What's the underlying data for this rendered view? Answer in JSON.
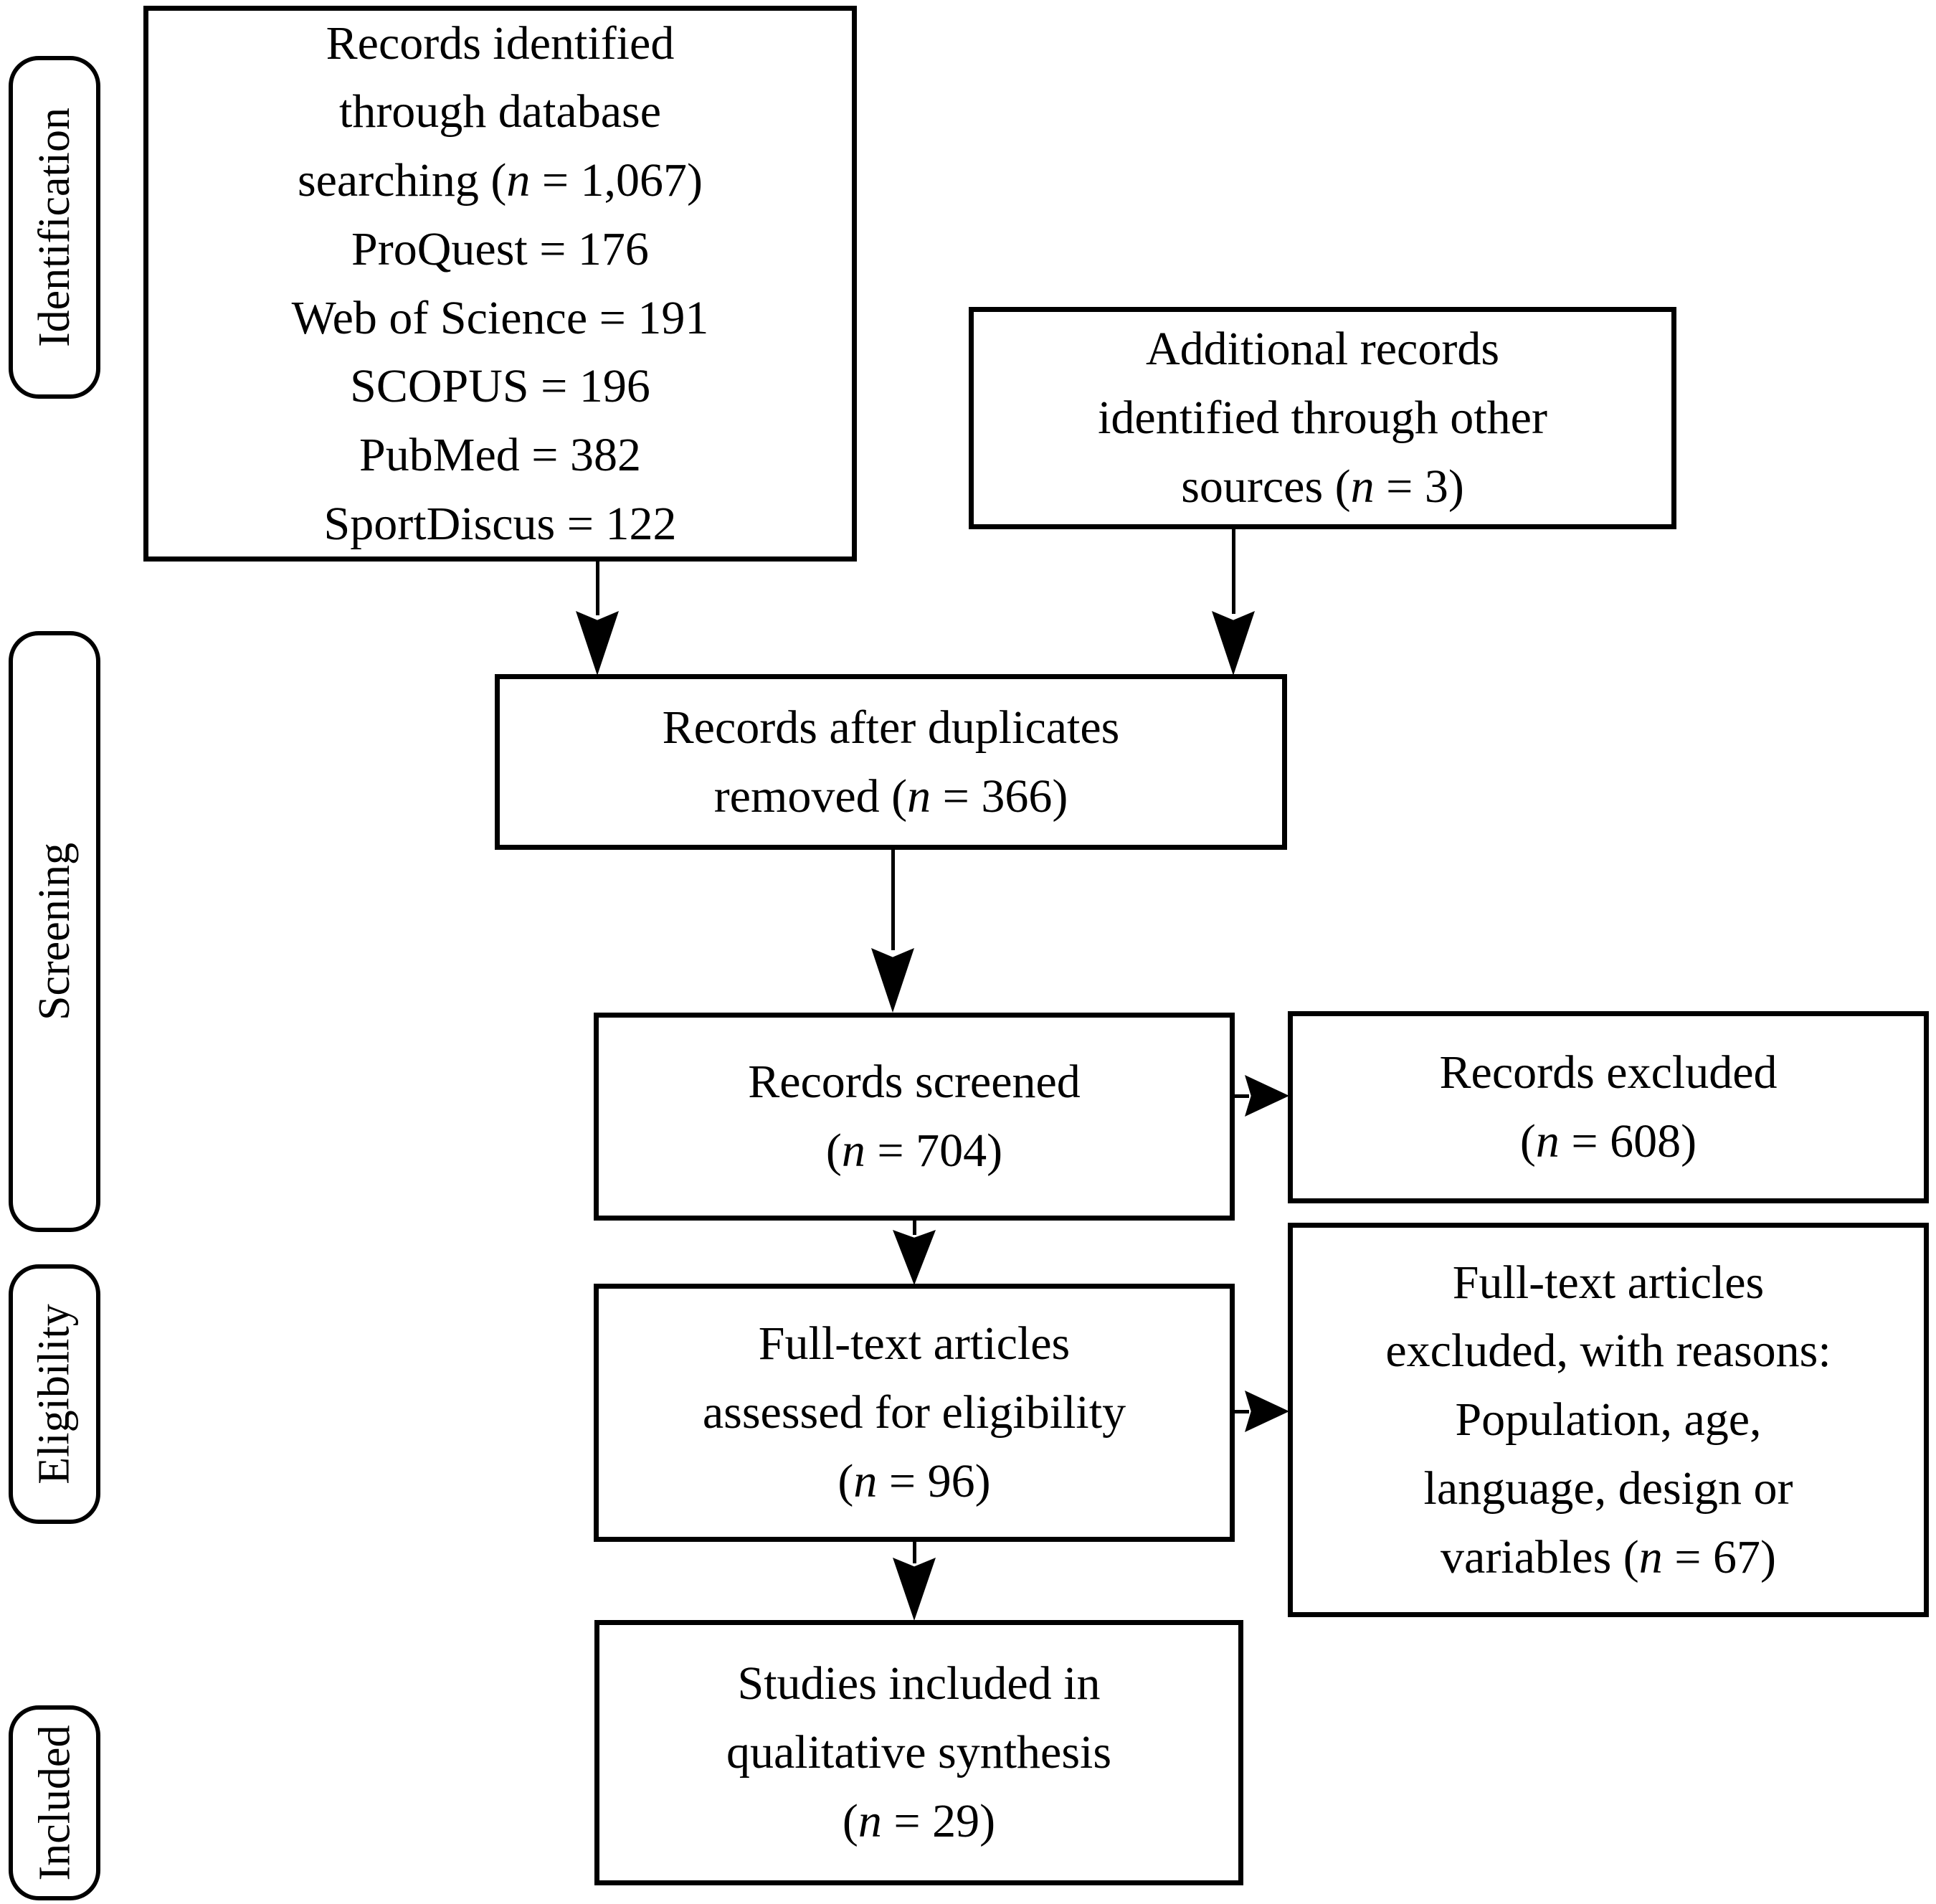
{
  "stages": [
    {
      "label": "Identification"
    },
    {
      "label": "Screening"
    },
    {
      "label": "Eligibility"
    },
    {
      "label": "Included"
    }
  ],
  "boxes": {
    "identification": {
      "lines": [
        "Records identified",
        "through database",
        "searching (*n* = 1,067)",
        "ProQuest = 176",
        "Web of Science = 191",
        "SCOPUS = 196",
        "PubMed = 382",
        "SportDiscus = 122"
      ]
    },
    "other_sources": {
      "lines": [
        "Additional records",
        "identified through other",
        "sources (*n* = 3)"
      ]
    },
    "duplicates": {
      "lines": [
        "Records after duplicates",
        "removed (*n* = 366)"
      ]
    },
    "screened": {
      "lines": [
        "Records screened",
        "(*n* = 704)"
      ]
    },
    "excluded": {
      "lines": [
        "Records excluded",
        "(*n* = 608)"
      ]
    },
    "fulltext": {
      "lines": [
        "Full-text articles",
        "assessed for eligibility",
        "(*n* = 96)"
      ]
    },
    "fulltext_excluded": {
      "lines": [
        "Full-text articles",
        "excluded, with reasons:",
        "Population, age,",
        "language, design or",
        "variables (*n* = 67)"
      ]
    },
    "studies": {
      "lines": [
        "Studies included in",
        "qualitative synthesis",
        "(*n* = 29)"
      ]
    }
  },
  "colors": {
    "ink": "#000000",
    "background": "#ffffff"
  }
}
